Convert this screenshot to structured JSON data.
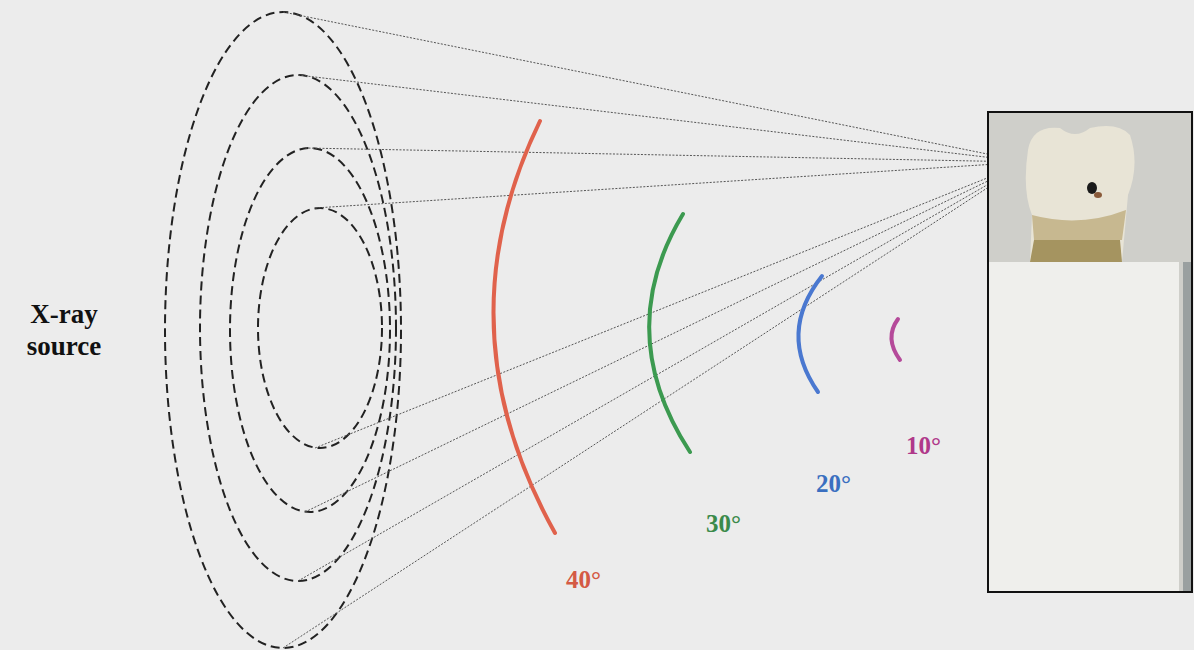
{
  "diagram": {
    "labels": [
      "X-ray source",
      "40°",
      "30°",
      "20°",
      "10°"
    ]
  }
}
